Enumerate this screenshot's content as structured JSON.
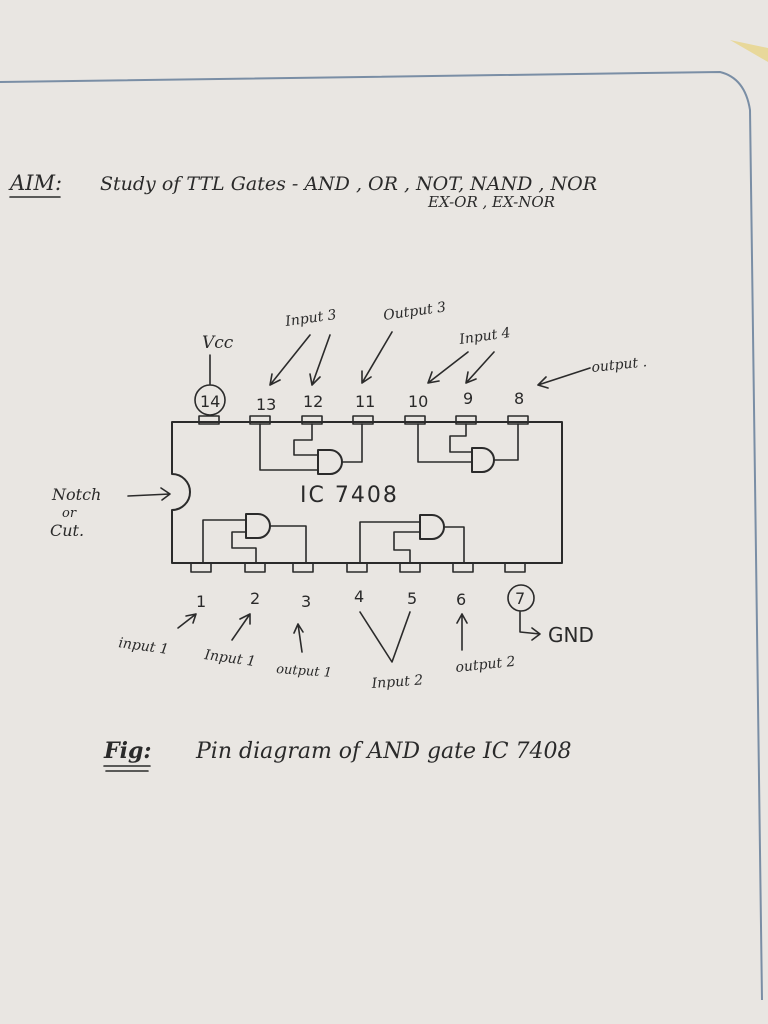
{
  "aim": {
    "label": "AIM:",
    "line1": "Study of TTL Gates - AND , OR , NOT, NAND , NOR",
    "line2": "EX-OR   ,   EX-NOR"
  },
  "chip": {
    "name": "IC 7408",
    "notch_label_1": "Notch",
    "notch_label_2": "or",
    "notch_label_3": "Cut."
  },
  "top_pins": [
    "14",
    "13",
    "12",
    "11",
    "10",
    "9",
    "8"
  ],
  "bottom_pins": [
    "1",
    "2",
    "3",
    "4",
    "5",
    "6",
    "7"
  ],
  "labels": {
    "vcc": "Vcc",
    "gnd": "GND",
    "input3": "Input 3",
    "output3": "Output 3",
    "input4": "Input 4",
    "output4": "output .",
    "input1_a": "input 1",
    "input1_b": "Input 1",
    "output1": "output 1",
    "input2": "Input 2",
    "output2": "output 2"
  },
  "caption": {
    "fig": "Fig:",
    "text": "Pin diagram of AND gate IC 7408"
  },
  "colors": {
    "paper": "#e9e6e2",
    "ink": "#2b2b2b",
    "rule": "#b9c6d3"
  }
}
